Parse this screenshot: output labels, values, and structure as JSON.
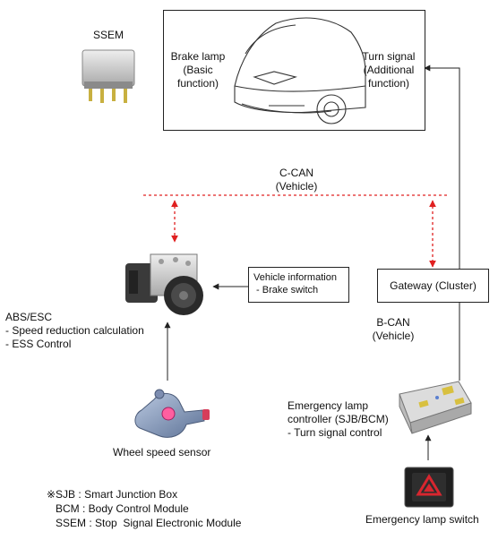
{
  "ssem": {
    "label": "SSEM"
  },
  "car": {
    "brake_label": "Brake lamp\n(Basic\nfunction)",
    "turn_label": "Turn signal\n(Additional\nfunction)"
  },
  "ccan": {
    "label": "C-CAN\n(Vehicle)"
  },
  "bcan": {
    "label": "B-CAN\n(Vehicle)"
  },
  "vehicle_info": {
    "label": "Vehicle information\n - Brake switch"
  },
  "gateway": {
    "label": "Gateway (Cluster)"
  },
  "abs": {
    "label": "ABS/ESC\n- Speed reduction calculation\n- ESS Control"
  },
  "emergency_controller": {
    "label": "Emergency lamp\ncontroller (SJB/BCM)\n- Turn signal control"
  },
  "wheel_sensor": {
    "label": "Wheel speed sensor"
  },
  "emergency_switch": {
    "label": "Emergency lamp switch"
  },
  "notes": {
    "sjb": "※SJB : Smart Junction Box",
    "bcm": "   BCM : Body Control Module",
    "ssem": "   SSEM : Stop  Signal Electronic Module"
  },
  "colors": {
    "can_bus": "#e02020",
    "line": "#222222",
    "hazard": "#d8262f"
  }
}
